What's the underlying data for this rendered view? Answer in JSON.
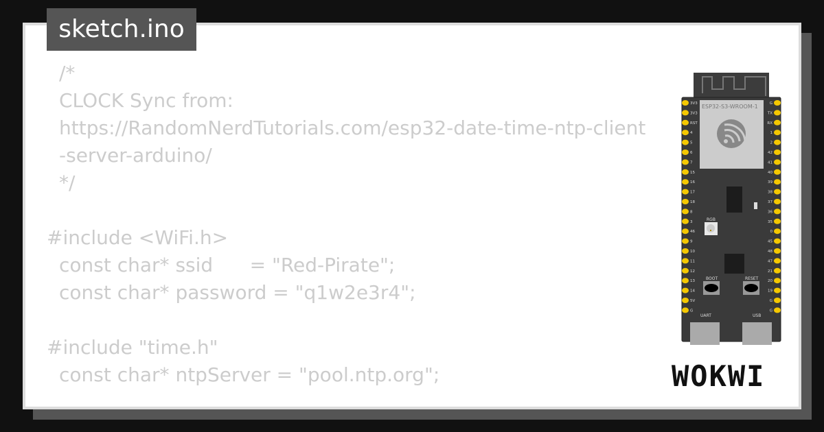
{
  "file_tab": {
    "label": "sketch.ino"
  },
  "code_lines": [
    {
      "text": "/*",
      "indent": true
    },
    {
      "text": "CLOCK Sync from:",
      "indent": true
    },
    {
      "text": "https://RandomNerdTutorials.com/esp32-date-time-ntp-client-server-arduino/",
      "indent": true
    },
    {
      "text": "*/",
      "indent": true
    },
    {
      "text": "",
      "indent": false
    },
    {
      "text": "#include <WiFi.h>",
      "indent": false
    },
    {
      "text": "const char* ssid      = \"Red-Pirate\";",
      "indent": true
    },
    {
      "text": "const char* password = \"q1w2e3r4\";",
      "indent": true
    },
    {
      "text": "",
      "indent": false
    },
    {
      "text": "#include \"time.h\"",
      "indent": false
    },
    {
      "text": "const char* ntpServer = \"pool.ntp.org\";",
      "indent": true
    }
  ],
  "board": {
    "module_label": "ESP32-S3-WROOM-1",
    "rgb_label": "RGB",
    "boot_label": "BOOT",
    "reset_label": "RESET",
    "uart_label": "UART",
    "usb_label": "USB",
    "left_pins": [
      "3V3",
      "3V3",
      "RST",
      "4",
      "5",
      "6",
      "7",
      "15",
      "16",
      "17",
      "18",
      "8",
      "3",
      "46",
      "9",
      "10",
      "11",
      "12",
      "13",
      "14",
      "5V",
      "G"
    ],
    "right_pins": [
      "G",
      "TX",
      "RX",
      "1",
      "2",
      "42",
      "41",
      "40",
      "39",
      "38",
      "37",
      "36",
      "35",
      "0",
      "45",
      "48",
      "47",
      "21",
      "20",
      "19",
      "G",
      "G"
    ],
    "colors": {
      "pcb": "#3a3a3a",
      "pin": "#f5c800",
      "module": "#ccc"
    }
  },
  "logo": {
    "text": "WOKWI"
  }
}
